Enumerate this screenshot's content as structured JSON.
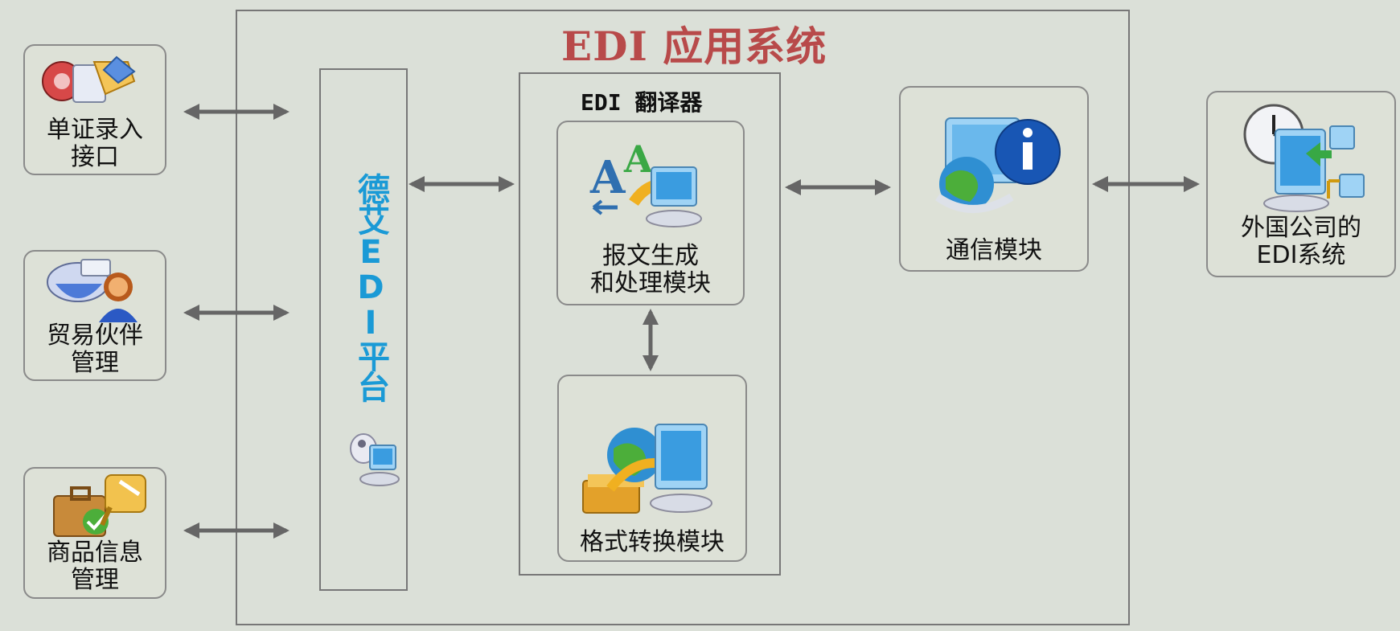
{
  "system": {
    "title": "EDI 应用系统",
    "platform_label": "德艾EDI平台",
    "translator_label": "EDI 翻译器"
  },
  "left_modules": [
    {
      "label": "单证录入\n接口",
      "icon": "document-entry-icon"
    },
    {
      "label": "贸易伙伴\n管理",
      "icon": "partner-icon"
    },
    {
      "label": "商品信息\n管理",
      "icon": "product-icon"
    }
  ],
  "translator_modules": [
    {
      "label": "报文生成\n和处理模块",
      "icon": "message-generate-icon"
    },
    {
      "label": "格式转换模块",
      "icon": "format-convert-icon"
    }
  ],
  "comm_module": {
    "label": "通信模块",
    "icon": "communication-icon"
  },
  "external": {
    "label": "外国公司的\nEDI系统",
    "icon": "external-network-icon"
  },
  "colors": {
    "title": "#b84a4a",
    "platform_text": "#1a9ad6",
    "frame": "#777777",
    "background": "#dbe0d8",
    "arrow": "#666666"
  }
}
